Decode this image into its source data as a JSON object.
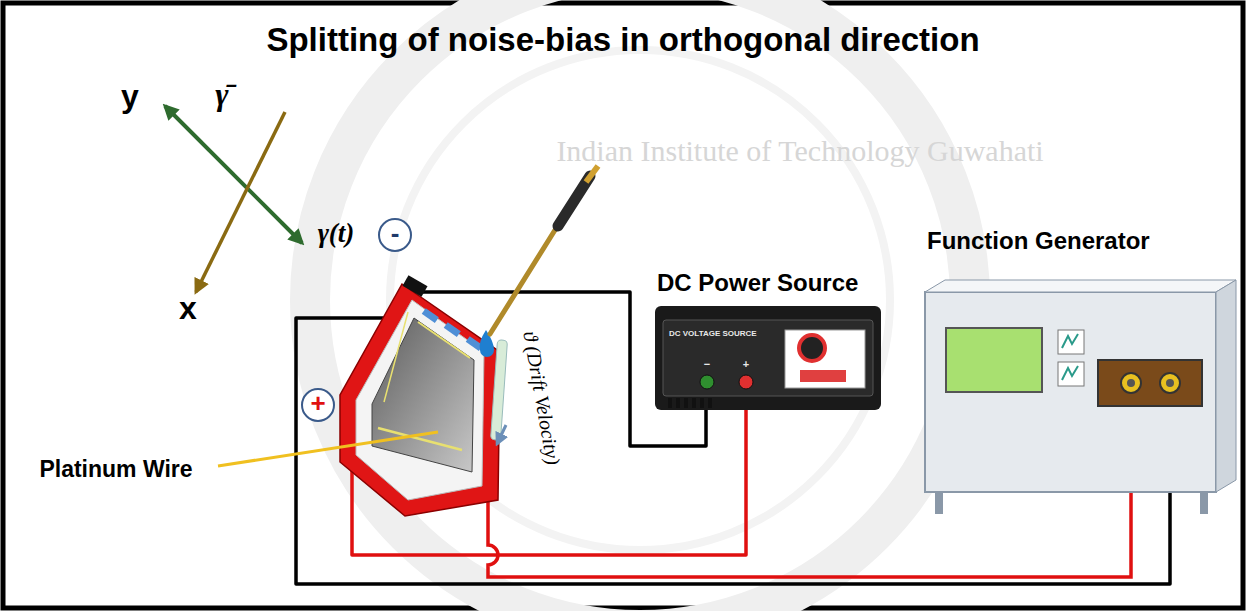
{
  "diagram": {
    "title": "Splitting of noise-bias in orthogonal direction",
    "nodes": [
      {
        "text": [
          "DC Power Source",
          "DC VOLTAGE SOURCE"
        ]
      },
      {
        "text": [
          "Function Generator"
        ]
      },
      {
        "text": [
          "-"
        ]
      },
      {
        "text": [
          "+"
        ]
      }
    ],
    "labels": [
      "y",
      "γ̄",
      "γ(t)",
      "x",
      "ϑ (Drift Velocity)",
      "Platinum Wire",
      "−",
      "+",
      "Indian Institute of Technology Guwahati"
    ]
  }
}
